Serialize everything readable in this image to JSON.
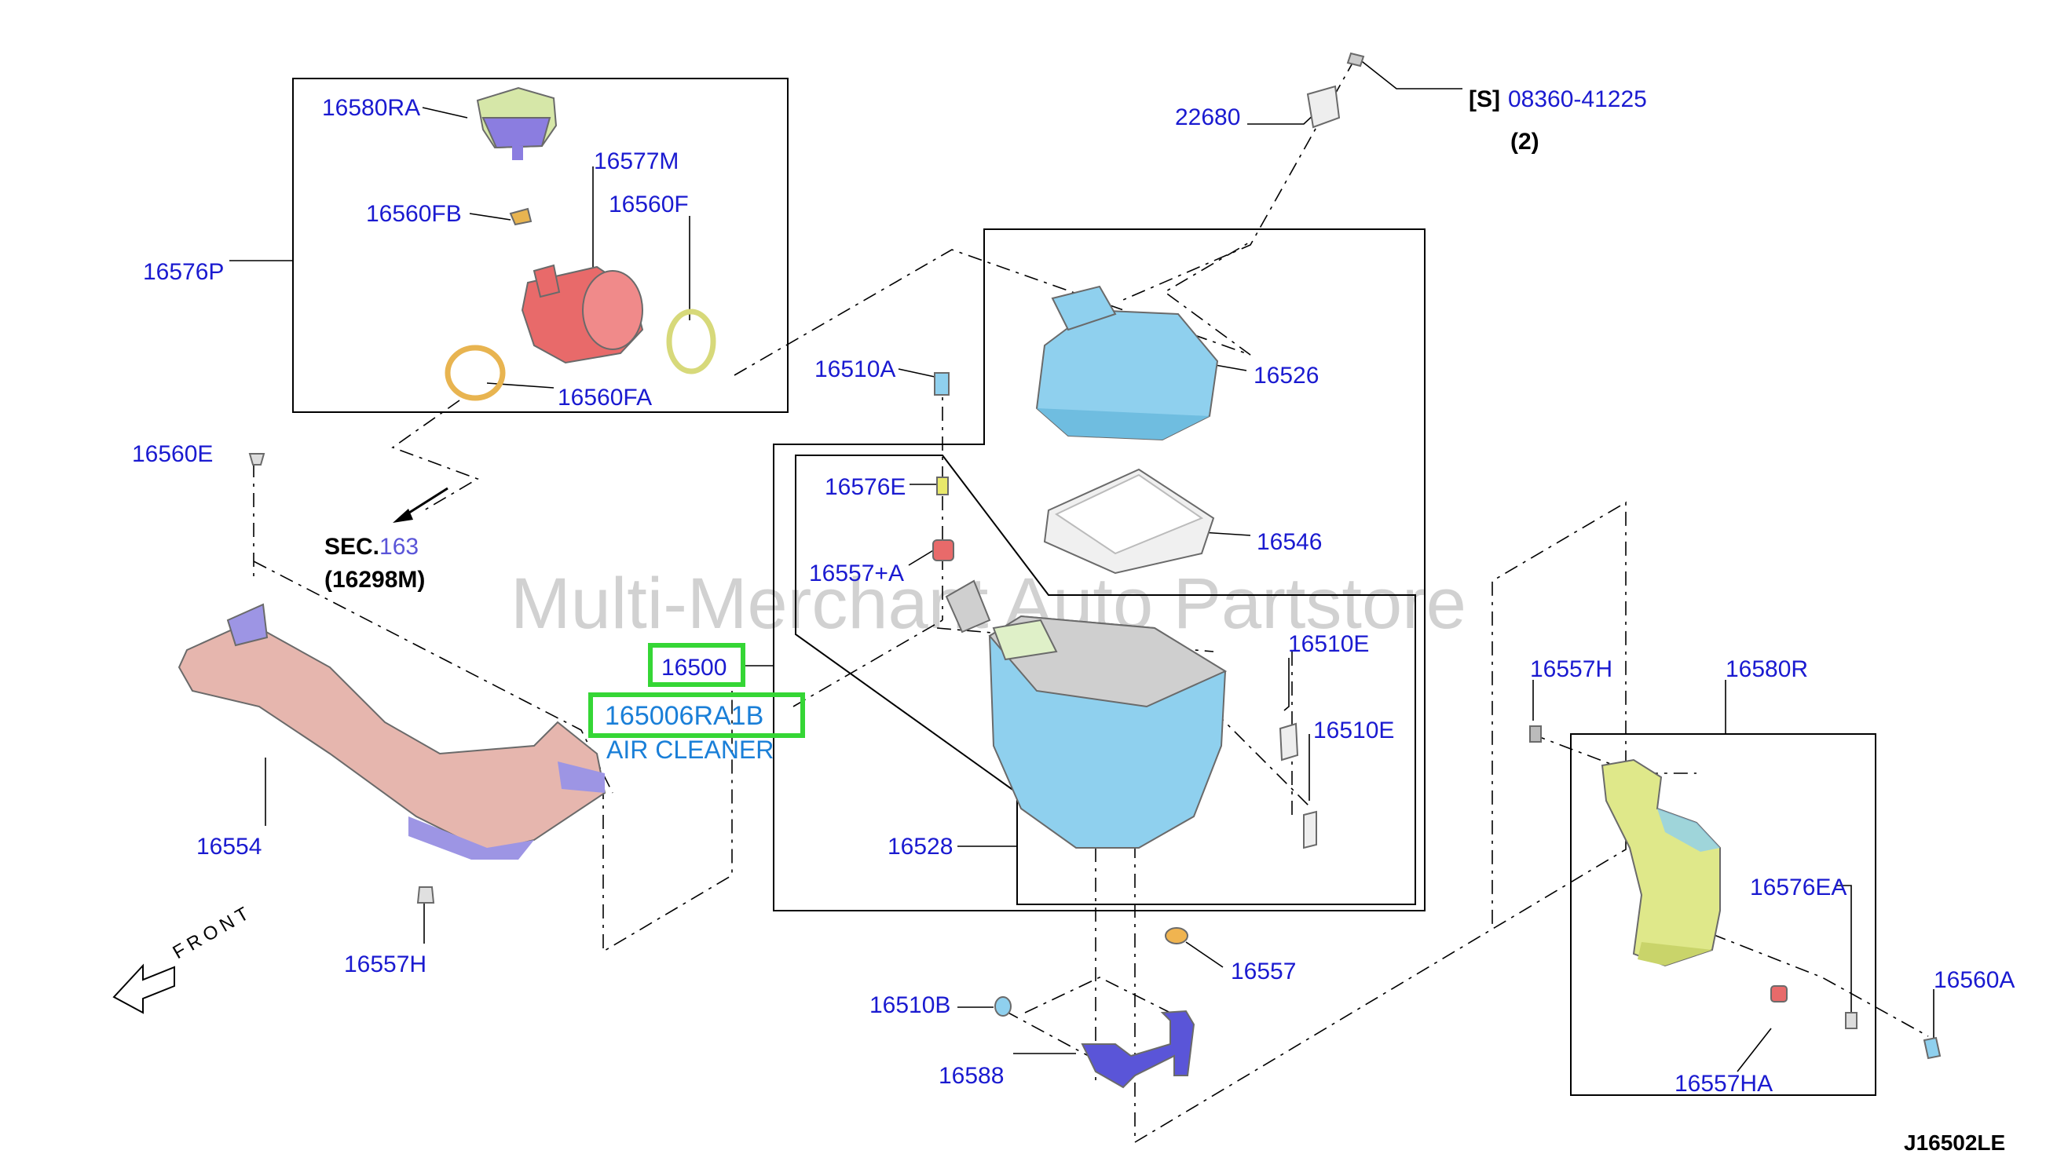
{
  "diagram_id": "J16502LE",
  "watermark": "Multi-Merchant Auto Partstore",
  "labels": {
    "p16580RA": "16580RA",
    "p16577M": "16577M",
    "p16560FB": "16560FB",
    "p16560F": "16560F",
    "p16576P": "16576P",
    "p16560FA": "16560FA",
    "p22680": "22680",
    "s_bracket": "[S]",
    "p08360": "08360-41225",
    "qty2": "(2)",
    "p16526": "16526",
    "p16510A": "16510A",
    "p16546": "16546",
    "p16576E": "16576E",
    "p16557A": "16557+A",
    "p16560E": "16560E",
    "sec_prefix": "SEC.",
    "sec_num": "163",
    "sec_ref": "(16298M)",
    "p16500": "16500",
    "p165006RA1B": "165006RA1B",
    "air_cleaner": "AIR CLEANER",
    "p16510E_1": "16510E",
    "p16510E_2": "16510E",
    "p16528": "16528",
    "p16554": "16554",
    "p16557H_left": "16557H",
    "front": "FRONT",
    "p16557": "16557",
    "p16510B": "16510B",
    "p16588": "16588",
    "p16557H_right": "16557H",
    "p16580R": "16580R",
    "p16576EA": "16576EA",
    "p16560A": "16560A",
    "p16557HA": "16557HA"
  },
  "colors": {
    "label_blue": "#1a1ad0",
    "highlight_green": "#35d635",
    "air_cleaner_blue": "#1a7fd8",
    "housing_blue": "#8fd0ee",
    "duct_pink": "#e6b6ae",
    "resonator_green": "#dfe88a",
    "hose_red": "#e86a6a",
    "bracket_purple": "#5a55d8"
  }
}
